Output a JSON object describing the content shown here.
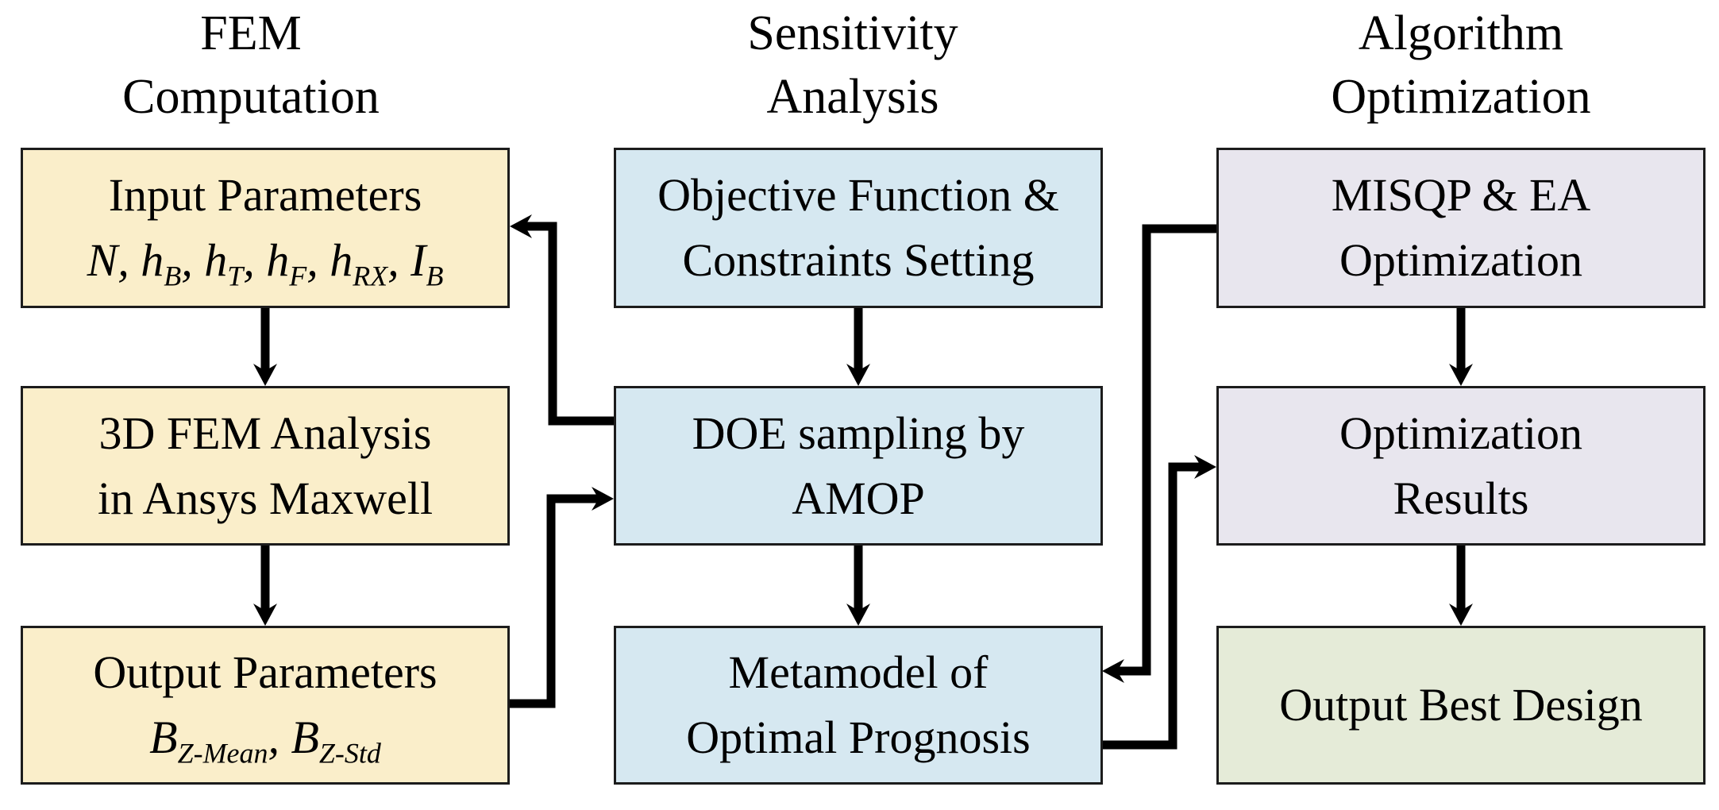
{
  "figure": {
    "type": "flowchart",
    "background": "#ffffff"
  },
  "colors": {
    "background": "#ffffff",
    "fem_box": "#faeeca",
    "sensitivity_box": "#d6e8f1",
    "algorithm_box": "#e8e6ee",
    "result_box": "#e5ebd8",
    "border": "#1c1c1c",
    "arrow": "#000000",
    "text": "#000000"
  },
  "headers": {
    "fem": {
      "line1": "FEM",
      "line2": "Computation"
    },
    "sensitivity": {
      "line1": "Sensitivity",
      "line2": "Analysis"
    },
    "algorithm": {
      "line1": "Algorithm",
      "line2": "Optimization"
    }
  },
  "boxes": {
    "input_parameters": {
      "line1": "Input Parameters",
      "formula": [
        [
          "N, ",
          0
        ],
        [
          "h",
          0
        ],
        [
          "B",
          1
        ],
        [
          ", ",
          0
        ],
        [
          "h",
          0
        ],
        [
          "T",
          1
        ],
        [
          ", ",
          0
        ],
        [
          "h",
          0
        ],
        [
          "F",
          1
        ],
        [
          ", ",
          0
        ],
        [
          "h",
          0
        ],
        [
          "RX",
          1
        ],
        [
          ", ",
          0
        ],
        [
          "I",
          0
        ],
        [
          "B",
          1
        ]
      ]
    },
    "fem_analysis": {
      "line1": "3D FEM Analysis",
      "line2": "in Ansys Maxwell"
    },
    "output_parameters": {
      "line1": "Output Parameters",
      "formula": [
        [
          "B",
          0
        ],
        [
          "Z-Mean",
          1
        ],
        [
          ", ",
          0
        ],
        [
          "B",
          0
        ],
        [
          "Z-Std",
          1
        ]
      ]
    },
    "objective_function": {
      "line1": "Objective Function &",
      "line2": "Constraints Setting"
    },
    "doe_sampling": {
      "line1": "DOE sampling by",
      "line2": "AMOP"
    },
    "metamodel": {
      "line1": "Metamodel of",
      "line2": "Optimal Prognosis"
    },
    "misqp": {
      "line1": "MISQP & EA",
      "line2": "Optimization"
    },
    "optimization_results": {
      "line1": "Optimization",
      "line2": "Results"
    },
    "output_best_design": {
      "line1": "Output Best Design"
    }
  },
  "edges": [
    {
      "from": "input_parameters",
      "to": "fem_analysis"
    },
    {
      "from": "fem_analysis",
      "to": "output_parameters"
    },
    {
      "from": "objective_function",
      "to": "doe_sampling"
    },
    {
      "from": "doe_sampling",
      "to": "metamodel"
    },
    {
      "from": "misqp",
      "to": "optimization_results"
    },
    {
      "from": "optimization_results",
      "to": "output_best_design"
    },
    {
      "from": "doe_sampling",
      "to": "input_parameters"
    },
    {
      "from": "output_parameters",
      "to": "doe_sampling"
    },
    {
      "from": "misqp",
      "to": "metamodel"
    },
    {
      "from": "metamodel",
      "to": "optimization_results"
    }
  ]
}
